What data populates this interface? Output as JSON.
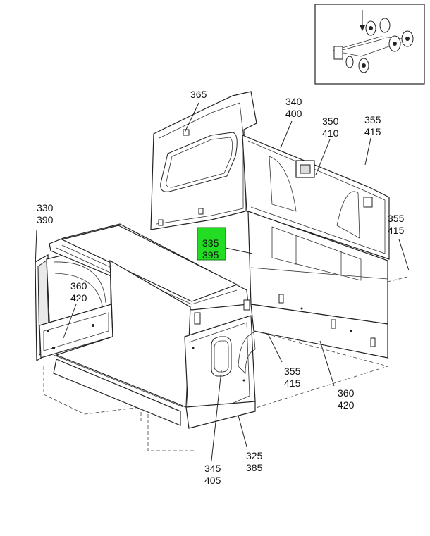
{
  "callouts": {
    "c365": "365",
    "c340": "340",
    "c400": "400",
    "c350": "350",
    "c410": "410",
    "c355a": "355",
    "c415a": "415",
    "c355b": "355",
    "c415b": "415",
    "c330": "330",
    "c390": "390",
    "c335": "335",
    "c395": "395",
    "c360a": "360",
    "c420a": "420",
    "c355c": "355",
    "c415c": "415",
    "c360b": "360",
    "c420b": "420",
    "c325": "325",
    "c385": "385",
    "c345": "345",
    "c405": "405"
  },
  "colors": {
    "highlight": "#22dd22",
    "line": "#222222"
  }
}
